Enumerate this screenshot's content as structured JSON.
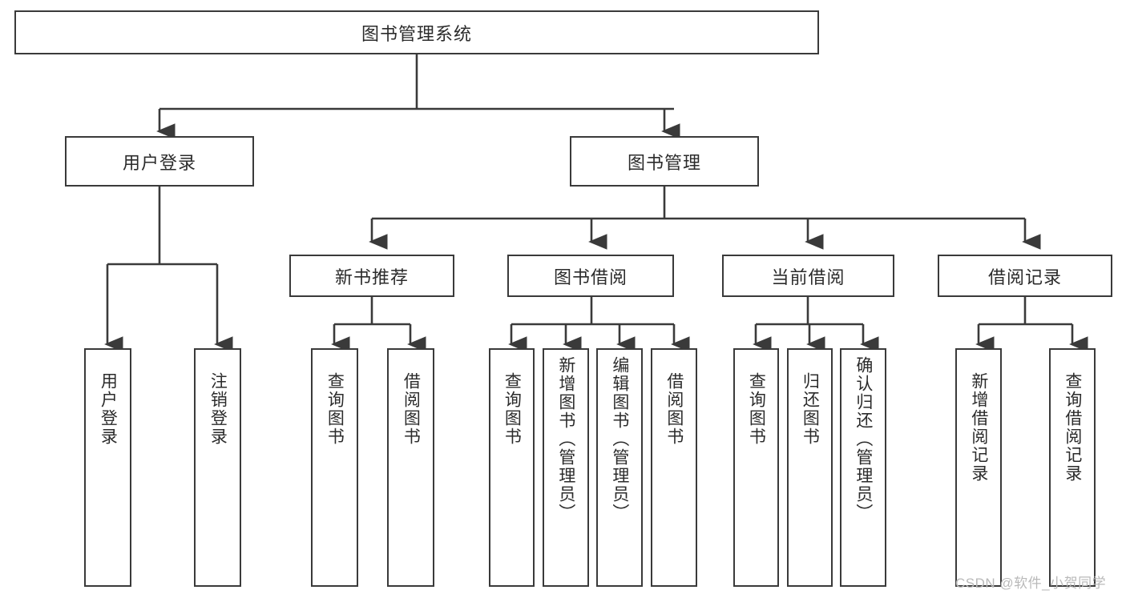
{
  "diagram": {
    "type": "tree-hierarchy-chart",
    "title": "图书管理系统",
    "watermark": "CSDN @软件_小贺同学",
    "colors": {
      "box_border": "#3a3a3a",
      "box_fill": "#ffffff",
      "connector": "#3a3a3a",
      "text": "#2b2b2b",
      "watermark": "#b9b9b9",
      "background": "#ffffff"
    },
    "root": {
      "label": "图书管理系统"
    },
    "level2": [
      {
        "label": "用户登录"
      },
      {
        "label": "图书管理"
      }
    ],
    "level3": [
      {
        "label": "新书推荐"
      },
      {
        "label": "图书借阅"
      },
      {
        "label": "当前借阅"
      },
      {
        "label": "借阅记录"
      }
    ],
    "leaves": {
      "user_login": [
        {
          "label": "用户登录"
        },
        {
          "label": "注销登录"
        }
      ],
      "new_book_recommend": [
        {
          "label": "查询图书"
        },
        {
          "label": "借阅图书"
        }
      ],
      "book_borrow": [
        {
          "label": "查询图书"
        },
        {
          "label": "新增图书（管理员）"
        },
        {
          "label": "编辑图书（管理员）"
        },
        {
          "label": "借阅图书"
        }
      ],
      "current_borrow": [
        {
          "label": "查询图书"
        },
        {
          "label": "归还图书"
        },
        {
          "label": "确认归还（管理员）"
        }
      ],
      "borrow_record": [
        {
          "label": "新增借阅记录"
        },
        {
          "label": "查询借阅记录"
        }
      ]
    }
  }
}
